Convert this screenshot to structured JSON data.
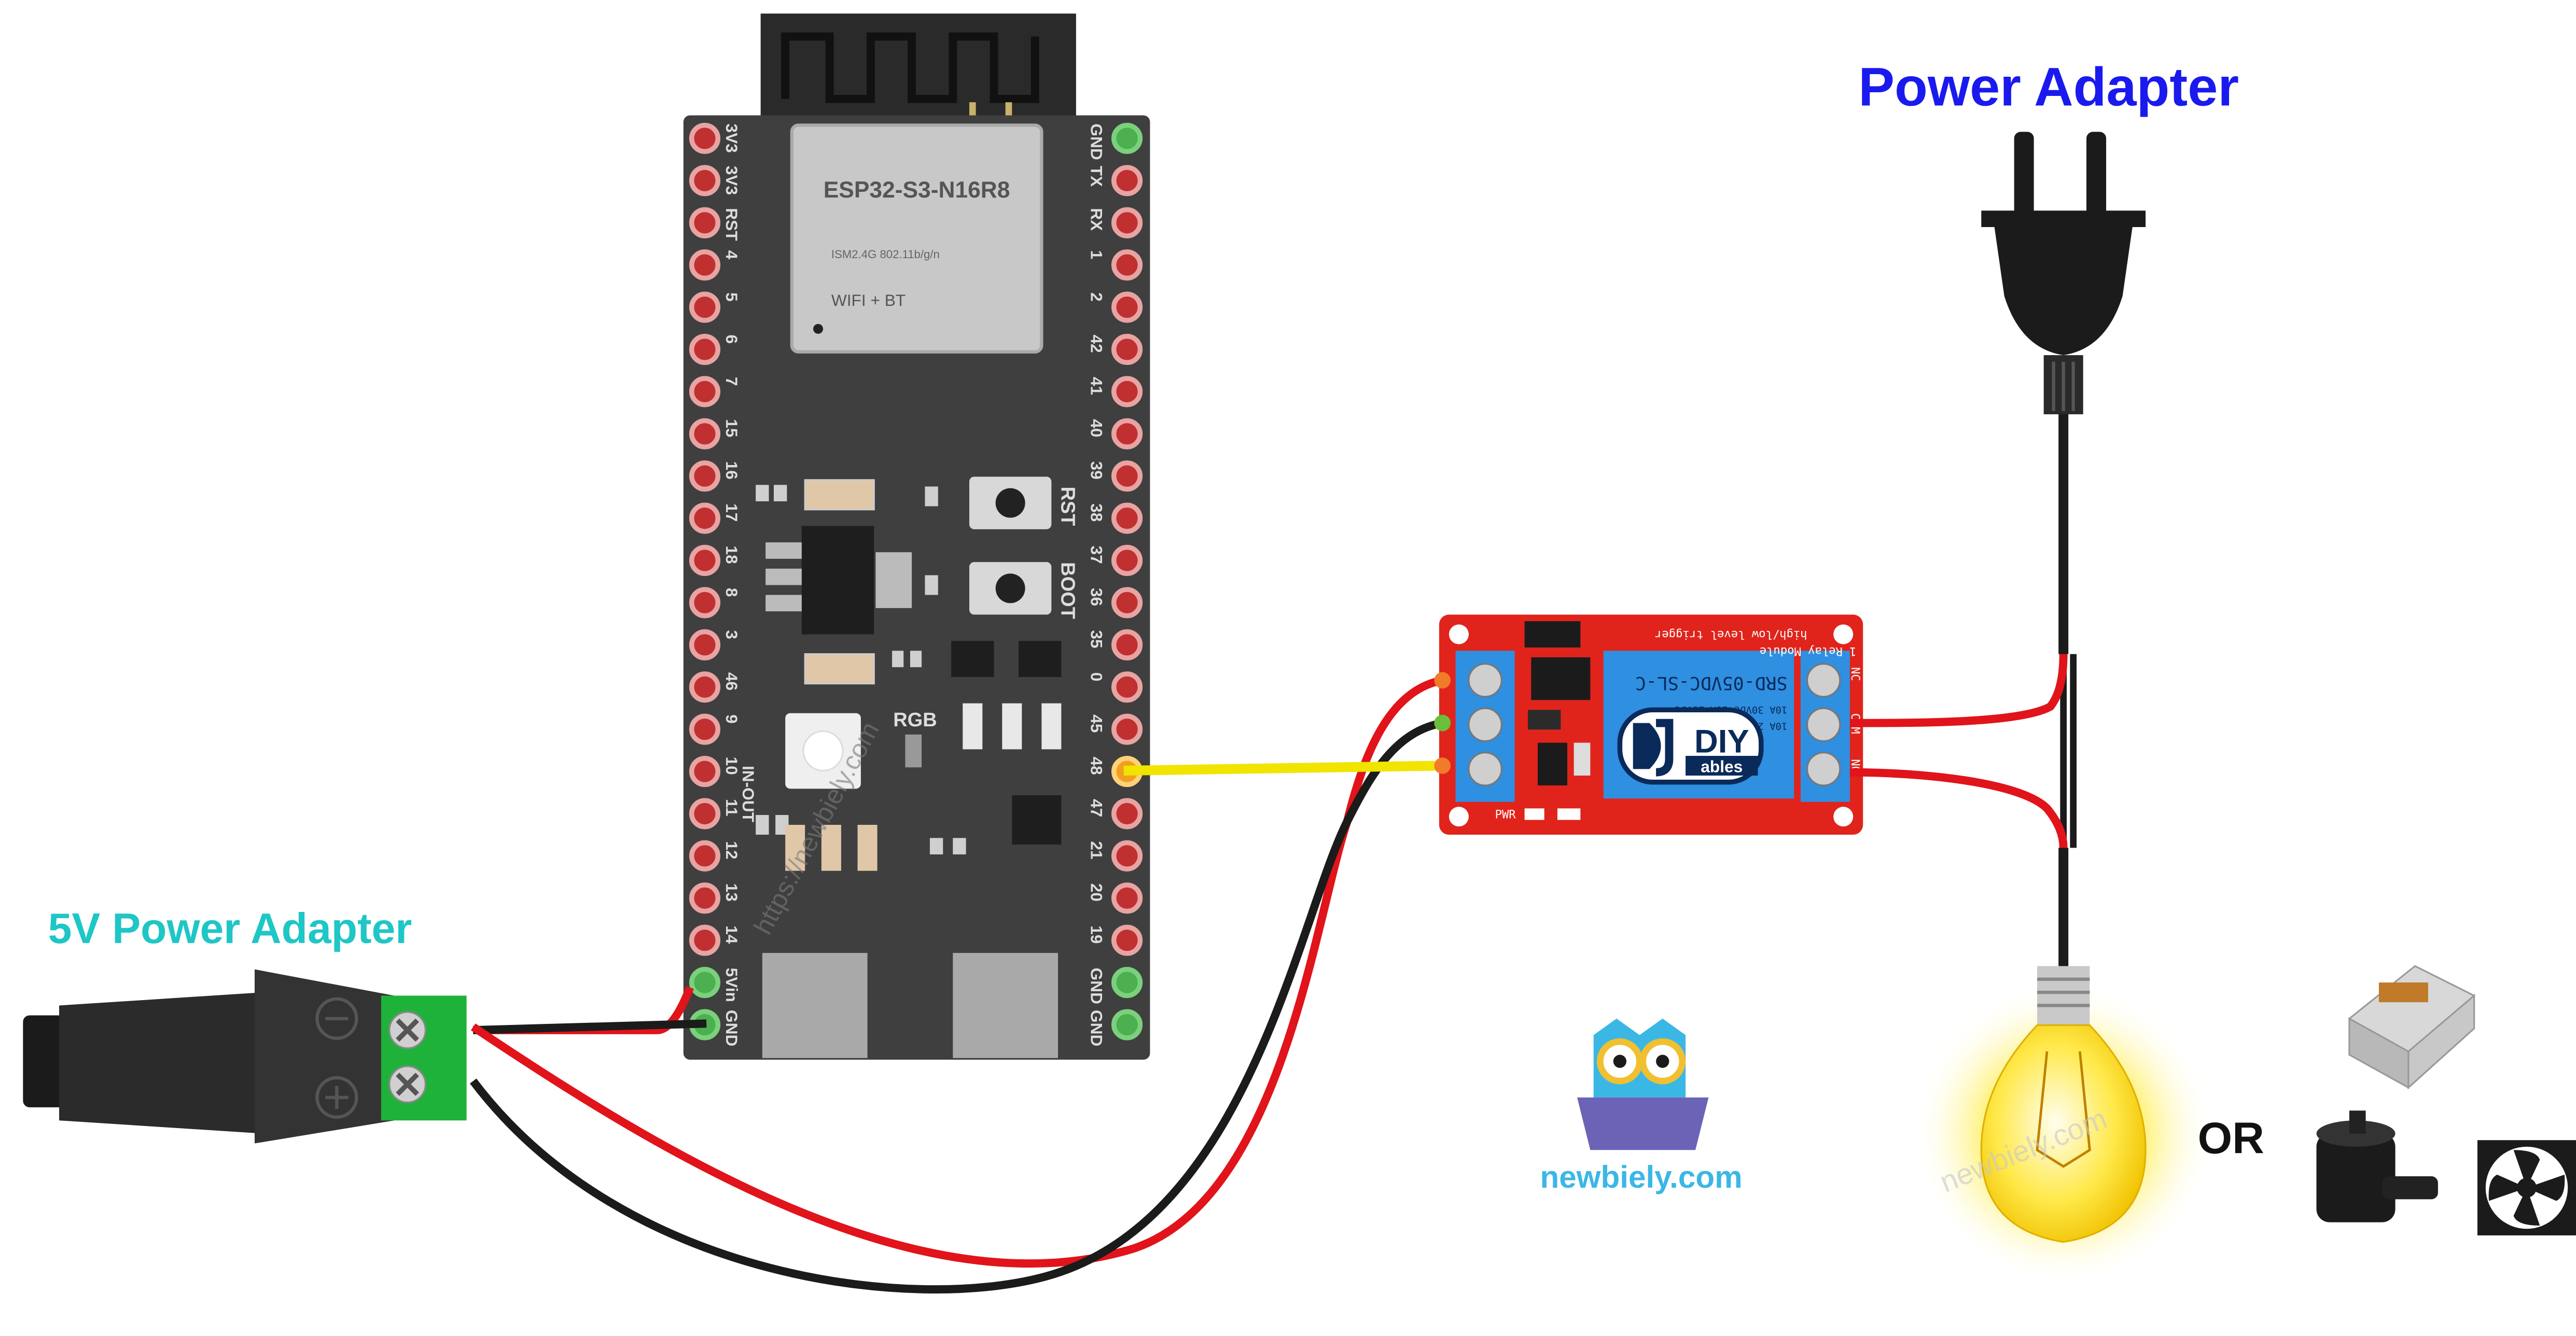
{
  "labels": {
    "power_adapter": "Power Adapter",
    "power_adapter_5v": "5V Power Adapter",
    "or": "OR",
    "watermark_site": "newbiely.com",
    "watermark_diag_left": "https://newbiely.com",
    "watermark_diag_right": "newbiely.com"
  },
  "esp32": {
    "module_name": "ESP32-S3-N16R8",
    "module_sub": "ISM2.4G 802.11b/g/n",
    "module_wifi": "WIFI + BT",
    "rst_label": "RST",
    "boot_label": "BOOT",
    "rgb_label": "RGB",
    "in_out_label": "IN-OUT",
    "left_pins": [
      "3V3",
      "3V3",
      "RST",
      "4",
      "5",
      "6",
      "7",
      "15",
      "16",
      "17",
      "18",
      "8",
      "3",
      "46",
      "9",
      "10",
      "11",
      "12",
      "13",
      "14",
      "5Vin",
      "GND"
    ],
    "right_pins": [
      "GND",
      "TX",
      "RX",
      "1",
      "2",
      "42",
      "41",
      "40",
      "39",
      "38",
      "37",
      "36",
      "35",
      "0",
      "45",
      "48",
      "47",
      "21",
      "20",
      "19",
      "GND",
      "GND"
    ]
  },
  "relay": {
    "title": "1 Relay Module",
    "subtitle": "high/low level trigger",
    "relay_part": "SRD-05VDC-SL-C",
    "spec_1": "10A 250VAC  10A 125VAC",
    "spec_2": "10A 30VDC  10A 28VDC",
    "logo_text": "DIY",
    "logo_sub": "ables",
    "pwr_label": "PWR",
    "nc_label": "NC",
    "com_label": "COM",
    "no_label": "NO"
  },
  "colors": {
    "board": "#3f3f3f",
    "pin_ring": "#e8a3a3",
    "pin_ring_gnd": "#7bd07b",
    "relay_pcb": "#e0241c",
    "relay_blue": "#2f8fe0",
    "wire_red": "#e0141a",
    "wire_black": "#1b1b1b",
    "wire_yellow": "#f0e400",
    "terminal_green": "#1fb23a",
    "title_blue": "#1a1aee",
    "title_cyan": "#1fc6c6",
    "bulb_glow": "#fff27a"
  }
}
